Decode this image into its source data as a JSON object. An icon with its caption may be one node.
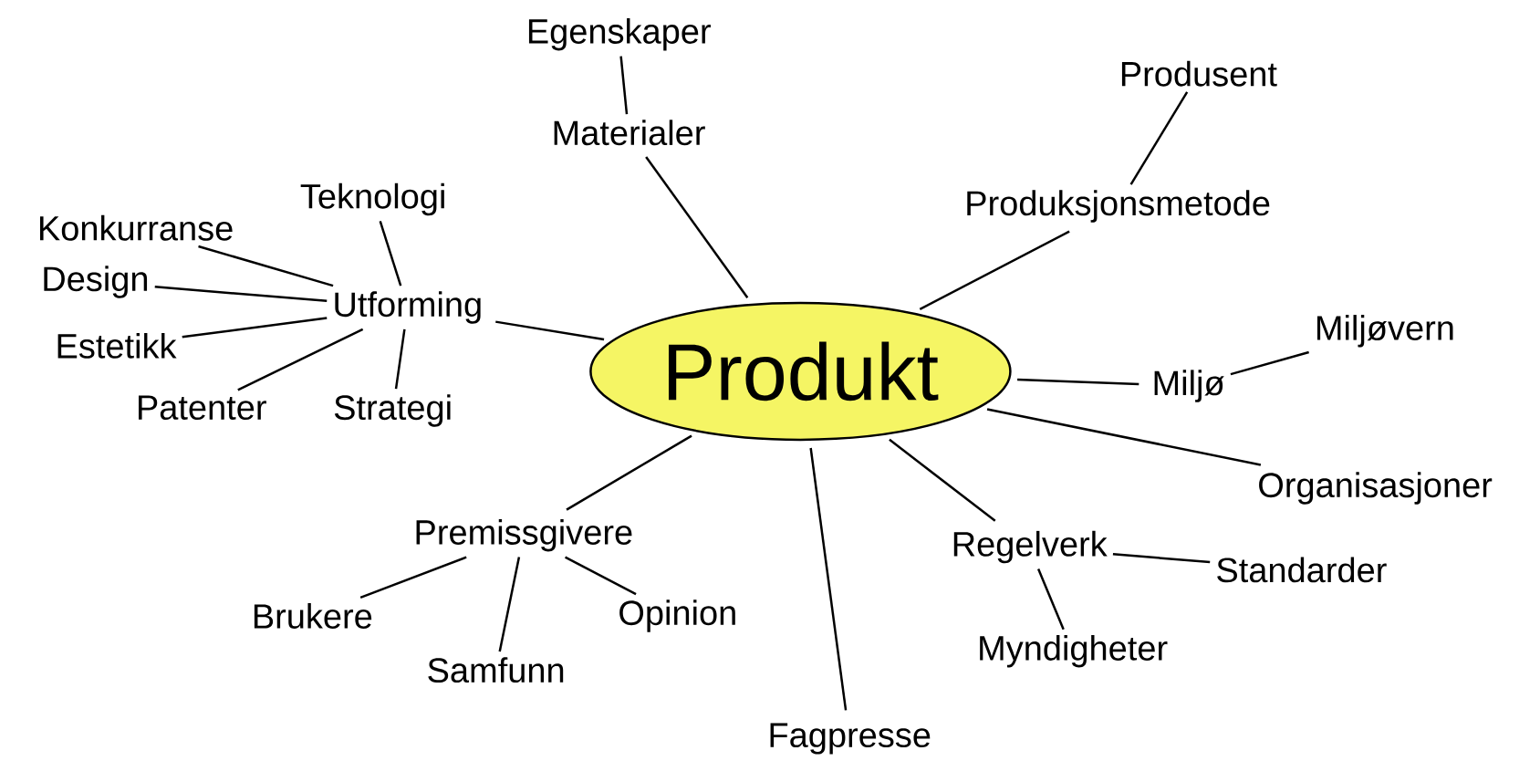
{
  "diagram": {
    "nodes": [
      {
        "text": [
          "Produkt"
        ]
      },
      {
        "text": [
          "Egenskaper"
        ]
      },
      {
        "text": [
          "Materialer"
        ]
      },
      {
        "text": [
          "Produsent"
        ]
      },
      {
        "text": [
          "Produksjonsmetode"
        ]
      },
      {
        "text": [
          "Teknologi"
        ]
      },
      {
        "text": [
          "Konkurranse"
        ]
      },
      {
        "text": [
          "Design"
        ]
      },
      {
        "text": [
          "Utforming"
        ]
      },
      {
        "text": [
          "Estetikk"
        ]
      },
      {
        "text": [
          "Patenter"
        ]
      },
      {
        "text": [
          "Strategi"
        ]
      },
      {
        "text": [
          "Miljøvern"
        ]
      },
      {
        "text": [
          "Miljø"
        ]
      },
      {
        "text": [
          "Organisasjoner"
        ]
      },
      {
        "text": [
          "Premissgivere"
        ]
      },
      {
        "text": [
          "Brukere"
        ]
      },
      {
        "text": [
          "Samfunn"
        ]
      },
      {
        "text": [
          "Opinion"
        ]
      },
      {
        "text": [
          "Regelverk"
        ]
      },
      {
        "text": [
          "Standarder"
        ]
      },
      {
        "text": [
          "Myndigheter"
        ]
      },
      {
        "text": [
          "Fagpresse"
        ]
      }
    ],
    "edges": [
      {
        "from": 1,
        "to": 2,
        "arrow": "none"
      },
      {
        "from": 2,
        "to": 0,
        "arrow": "none"
      },
      {
        "from": 3,
        "to": 4,
        "arrow": "none"
      },
      {
        "from": 4,
        "to": 0,
        "arrow": "none"
      },
      {
        "from": 5,
        "to": 8,
        "arrow": "none"
      },
      {
        "from": 6,
        "to": 8,
        "arrow": "none"
      },
      {
        "from": 7,
        "to": 8,
        "arrow": "none"
      },
      {
        "from": 9,
        "to": 8,
        "arrow": "none"
      },
      {
        "from": 10,
        "to": 8,
        "arrow": "none"
      },
      {
        "from": 11,
        "to": 8,
        "arrow": "none"
      },
      {
        "from": 8,
        "to": 0,
        "arrow": "none"
      },
      {
        "from": 13,
        "to": 12,
        "arrow": "none"
      },
      {
        "from": 0,
        "to": 13,
        "arrow": "none"
      },
      {
        "from": 0,
        "to": 14,
        "arrow": "none"
      },
      {
        "from": 0,
        "to": 15,
        "arrow": "none"
      },
      {
        "from": 15,
        "to": 16,
        "arrow": "none"
      },
      {
        "from": 15,
        "to": 17,
        "arrow": "none"
      },
      {
        "from": 15,
        "to": 18,
        "arrow": "none"
      },
      {
        "from": 0,
        "to": 19,
        "arrow": "none"
      },
      {
        "from": 19,
        "to": 20,
        "arrow": "none"
      },
      {
        "from": 19,
        "to": 21,
        "arrow": "none"
      },
      {
        "from": 0,
        "to": 22,
        "arrow": "none"
      }
    ]
  }
}
